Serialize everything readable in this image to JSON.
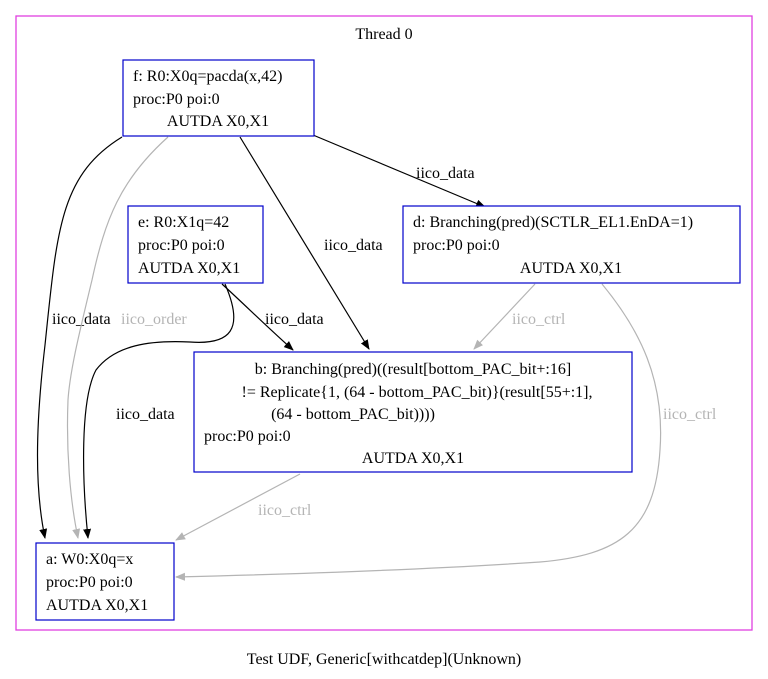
{
  "cluster": {
    "label": "Thread 0",
    "border_color": "#e040e0"
  },
  "caption": "Test UDF, Generic[withcatdep](Unknown)",
  "colors": {
    "node_border": "#0000cc",
    "edge_black": "#000000",
    "edge_grey": "#b4b4b4"
  },
  "nodes": {
    "f": {
      "lines": [
        "f: R0:X0q=pacda(x,42)",
        "proc:P0 poi:0",
        "AUTDA X0,X1"
      ]
    },
    "e": {
      "lines": [
        "e: R0:X1q=42",
        "proc:P0 poi:0",
        "AUTDA X0,X1"
      ]
    },
    "d": {
      "lines": [
        "d: Branching(pred)(SCTLR_EL1.EnDA=1)",
        "proc:P0 poi:0",
        "AUTDA X0,X1"
      ]
    },
    "b": {
      "lines": [
        "b: Branching(pred)((result[bottom_PAC_bit+:16]",
        "!= Replicate{1, (64 - bottom_PAC_bit)}(result[55+:1],",
        "(64 - bottom_PAC_bit))))",
        "proc:P0 poi:0",
        "AUTDA X0,X1"
      ]
    },
    "a": {
      "lines": [
        "a: W0:X0q=x",
        "proc:P0 poi:0",
        "AUTDA X0,X1"
      ]
    }
  },
  "edges": [
    {
      "id": "f-d",
      "from": "f",
      "to": "d",
      "label": "iico_data",
      "style": "black"
    },
    {
      "id": "f-b",
      "from": "f",
      "to": "b",
      "label": "iico_data",
      "style": "black"
    },
    {
      "id": "f-a-data",
      "from": "f",
      "to": "a",
      "label": "iico_data",
      "style": "black"
    },
    {
      "id": "f-a-order",
      "from": "f",
      "to": "a",
      "label": "iico_order",
      "style": "grey"
    },
    {
      "id": "e-b",
      "from": "e",
      "to": "b",
      "label": "iico_data",
      "style": "black"
    },
    {
      "id": "e-a",
      "from": "e",
      "to": "a",
      "label": "iico_data",
      "style": "black"
    },
    {
      "id": "d-b",
      "from": "d",
      "to": "b",
      "label": "iico_ctrl",
      "style": "grey"
    },
    {
      "id": "d-a",
      "from": "d",
      "to": "a",
      "label": "iico_ctrl",
      "style": "grey"
    },
    {
      "id": "b-a",
      "from": "b",
      "to": "a",
      "label": "iico_ctrl",
      "style": "grey"
    }
  ]
}
